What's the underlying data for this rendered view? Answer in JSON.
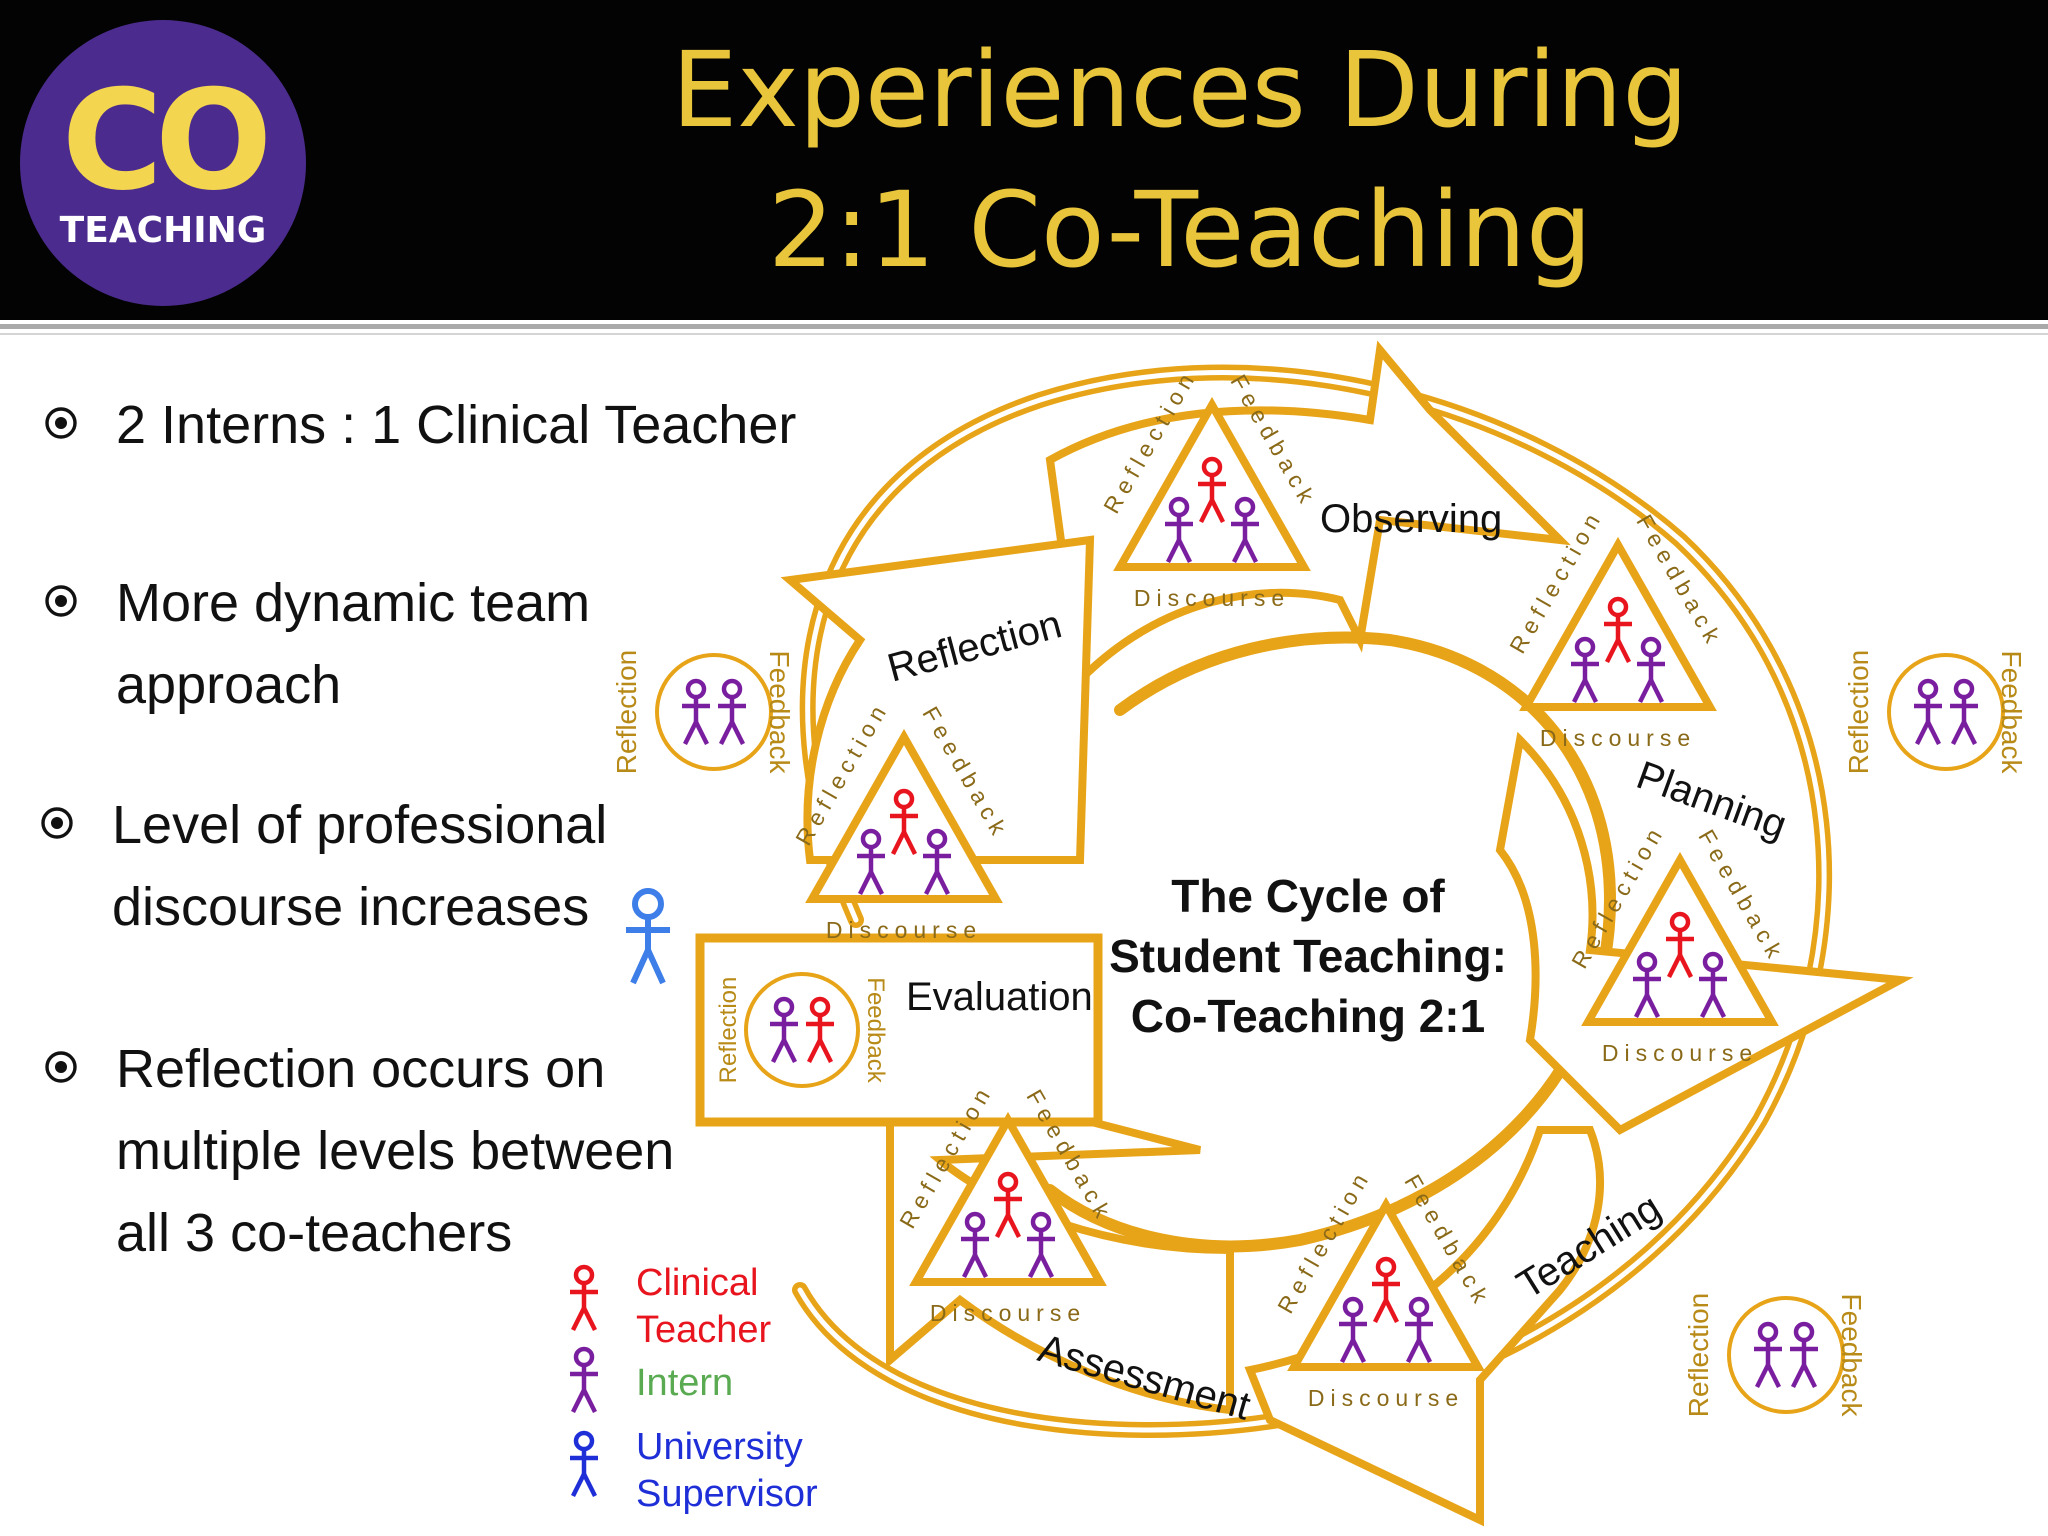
{
  "logo": {
    "text": "CO",
    "subtext": "TEACHING"
  },
  "title": {
    "line1": "Experiences During",
    "line2": "2:1 Co-Teaching"
  },
  "bullets": [
    {
      "lines": [
        "2 Interns : 1 Clinical Teacher"
      ]
    },
    {
      "lines": [
        "More dynamic team",
        "approach"
      ]
    },
    {
      "lines": [
        "Level of professional",
        "discourse increases"
      ]
    },
    {
      "lines": [
        "Reflection occurs on",
        "multiple levels between",
        "all 3 co-teachers"
      ]
    }
  ],
  "cycle": {
    "center_lines": [
      "The Cycle of",
      "Student Teaching:",
      "Co-Teaching 2:1"
    ],
    "stages": [
      "Observing",
      "Planning",
      "Teaching",
      "Assessment",
      "Evaluation",
      "Reflection"
    ]
  },
  "triangle": {
    "left": "Reflection",
    "right": "Feedback",
    "bottom": "Discourse"
  },
  "circle": {
    "left": "Reflection",
    "right": "Feedback"
  },
  "legend": {
    "clinical_line1": "Clinical",
    "clinical_line2": "Teacher",
    "intern": "Intern",
    "supervisor_line1": "University",
    "supervisor_line2": "Supervisor"
  },
  "colors": {
    "gold": "#e8a418",
    "clinical": "#e8141e",
    "intern": "#7a1ea0",
    "supervisor": "#3d7ee8",
    "legend_intern_text": "#5aaa52",
    "legend_supervisor_text": "#1f2fd8",
    "title": "#e8c53a",
    "logo_bg": "#4b2c8e",
    "logo_text": "#f4d54f"
  }
}
